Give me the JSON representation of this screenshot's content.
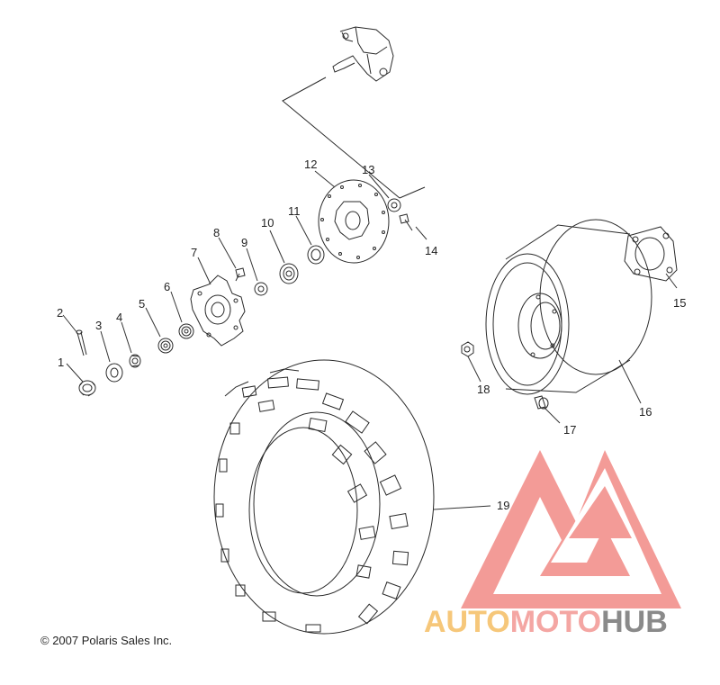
{
  "diagram": {
    "callouts": [
      {
        "id": "1",
        "label": "1"
      },
      {
        "id": "2",
        "label": "2"
      },
      {
        "id": "3",
        "label": "3"
      },
      {
        "id": "4",
        "label": "4"
      },
      {
        "id": "5",
        "label": "5"
      },
      {
        "id": "6",
        "label": "6"
      },
      {
        "id": "7",
        "label": "7"
      },
      {
        "id": "8",
        "label": "8"
      },
      {
        "id": "9",
        "label": "9"
      },
      {
        "id": "10",
        "label": "10"
      },
      {
        "id": "11",
        "label": "11"
      },
      {
        "id": "12",
        "label": "12"
      },
      {
        "id": "13",
        "label": "13"
      },
      {
        "id": "14",
        "label": "14"
      },
      {
        "id": "15",
        "label": "15"
      },
      {
        "id": "16",
        "label": "16"
      },
      {
        "id": "17",
        "label": "17"
      },
      {
        "id": "18",
        "label": "18"
      },
      {
        "id": "19",
        "label": "19"
      }
    ]
  },
  "footer": {
    "copyright": "© 2007 Polaris Sales Inc."
  },
  "watermark": {
    "brand_auto": "AUTO",
    "brand_moto": "MOTO",
    "brand_hub": "HUB",
    "colors": {
      "triangle": "#f28a86",
      "auto": "#f6c77a",
      "moto": "#f4a6a3",
      "hub": "#8a8a8a"
    }
  }
}
